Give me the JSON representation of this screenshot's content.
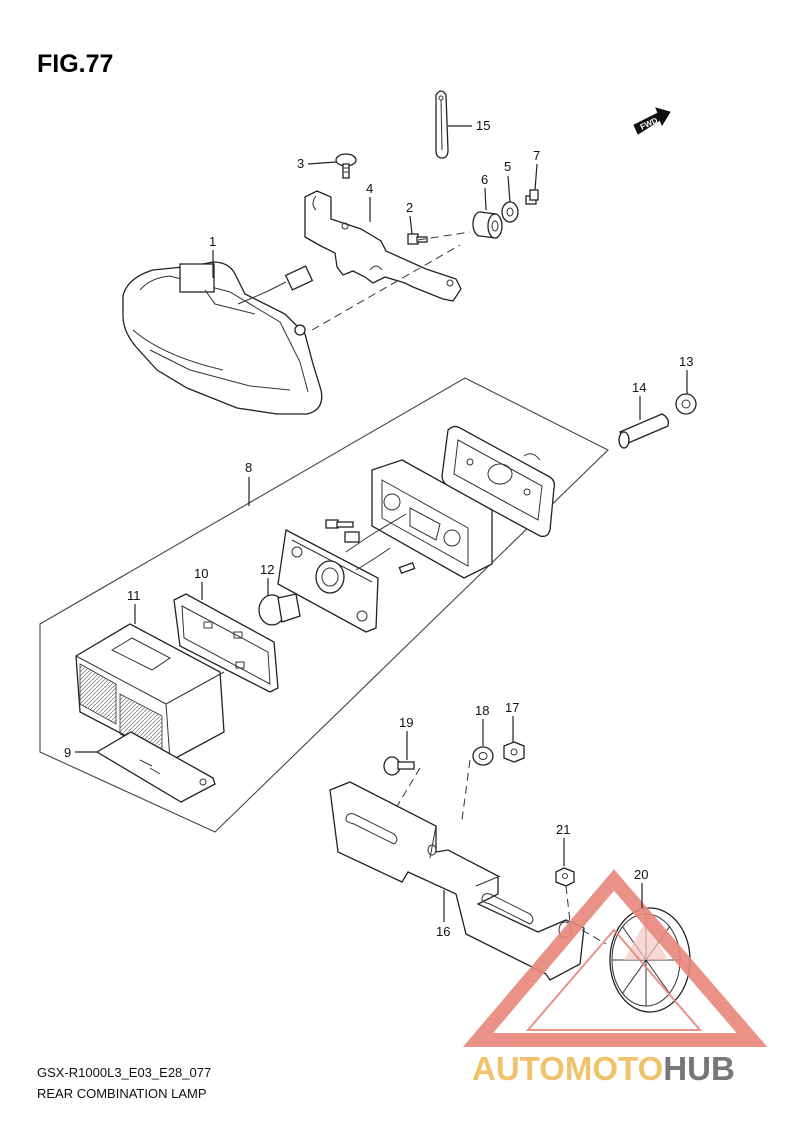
{
  "figure": {
    "title": "FIG.77",
    "model_code": "GSX-R1000L3_E03_E28_077",
    "caption": "REAR COMBINATION LAMP"
  },
  "direction_badge": "FWD",
  "watermark": {
    "part1": "AUTOMOTO",
    "part2": "HUB",
    "color_primary": "#ee7e73",
    "color_secondary": "#f0c26a"
  },
  "callouts": [
    "1",
    "2",
    "3",
    "4",
    "5",
    "6",
    "7",
    "8",
    "9",
    "10",
    "11",
    "12",
    "13",
    "14",
    "15",
    "16",
    "17",
    "18",
    "19",
    "20",
    "21"
  ]
}
